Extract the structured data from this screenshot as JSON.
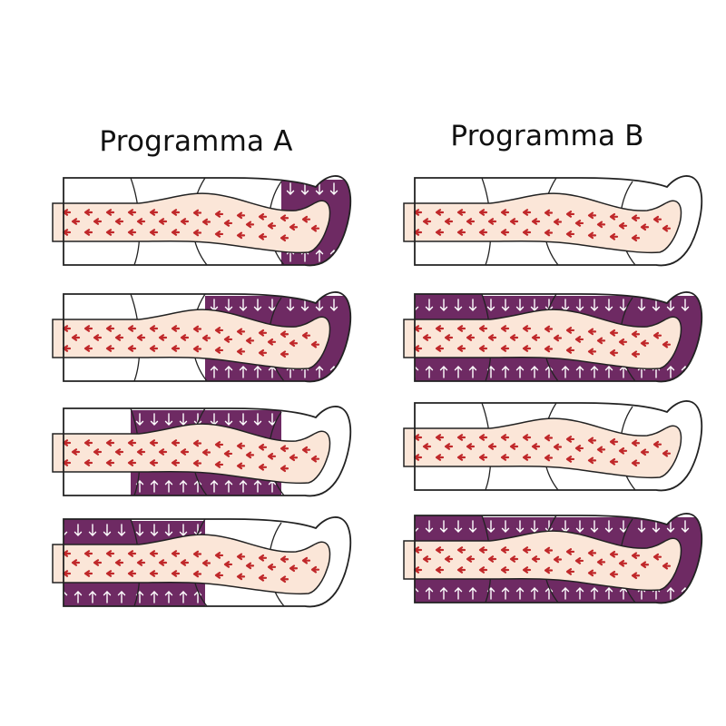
{
  "columns": [
    {
      "title": "Programma A",
      "steps": [
        {
          "zones": [
            "foot"
          ]
        },
        {
          "zones": [
            "foot",
            "calf"
          ]
        },
        {
          "zones": [
            "calf",
            "thigh"
          ]
        },
        {
          "zones": [
            "thigh",
            "hip"
          ]
        }
      ]
    },
    {
      "title": "Programma B",
      "steps": [
        {
          "zones": []
        },
        {
          "zones": [
            "foot",
            "calf",
            "thigh",
            "hip"
          ]
        },
        {
          "zones": []
        },
        {
          "zones": [
            "foot",
            "calf",
            "thigh",
            "hip"
          ]
        }
      ]
    }
  ],
  "colors": {
    "chamber_active": "#6e2a63",
    "chamber_inactive": "#ffffff",
    "leg_fill": "#fbe6d8",
    "arrow_leg": "#c0282a",
    "arrow_chamber": "#ffffff",
    "outline": "#222222"
  }
}
